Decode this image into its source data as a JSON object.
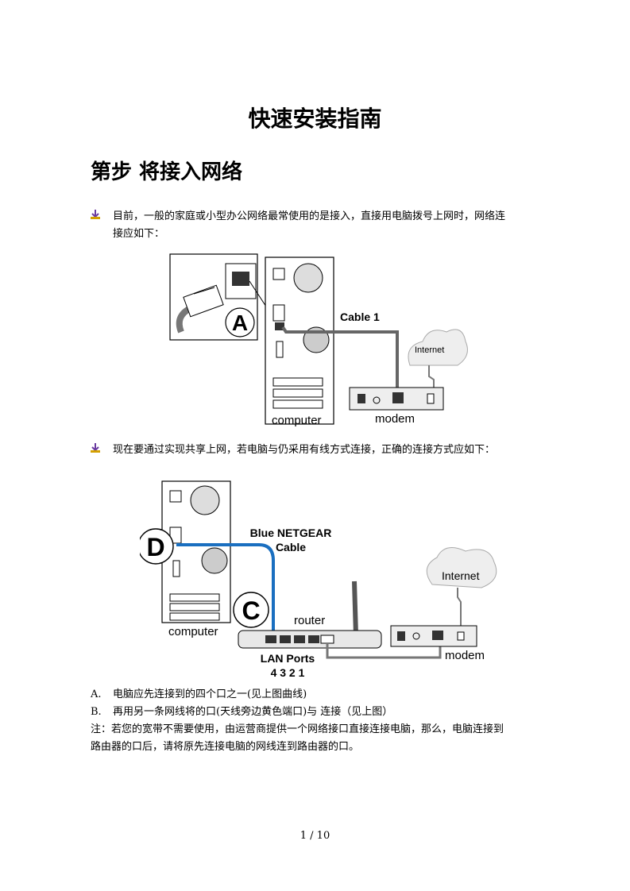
{
  "title": "快速安装指南",
  "step_heading": "第步  将接入网络",
  "bullet1": {
    "line1": "目前，一般的家庭或小型办公网络最常使用的是接入，直接用电脑拨号上网时，网络连",
    "line2": "接应如下："
  },
  "figure1": {
    "label_a": "A",
    "cable": "Cable 1",
    "internet": "Internet",
    "computer": "computer",
    "modem": "modem"
  },
  "bullet2": {
    "line1": "现在要通过实现共享上网，若电脑与仍采用有线方式连接，正确的连接方式应如下："
  },
  "figure2": {
    "label_d": "D",
    "label_c": "C",
    "cable_line1": "Blue NETGEAR",
    "cable_line2": "Cable",
    "internet": "Internet",
    "router": "router",
    "computer": "computer",
    "lan_ports": "LAN Ports",
    "port_numbers": "4 3 2 1",
    "modem": "modem"
  },
  "steps": [
    {
      "marker": "A.",
      "text": "电脑应先连接到的四个口之一(见上图曲线)"
    },
    {
      "marker": "B.",
      "text": "再用另一条网线将的口(天线旁边黄色端口)与  连接（见上图）"
    }
  ],
  "note": {
    "line1": "注：若您的宽带不需要使用，由运营商提供一个网络接口直接连接电脑，那么，电脑连接到",
    "line2": "路由器的口后，请将原先连接电脑的网线连到路由器的口。"
  },
  "page_number": "1  /  10"
}
